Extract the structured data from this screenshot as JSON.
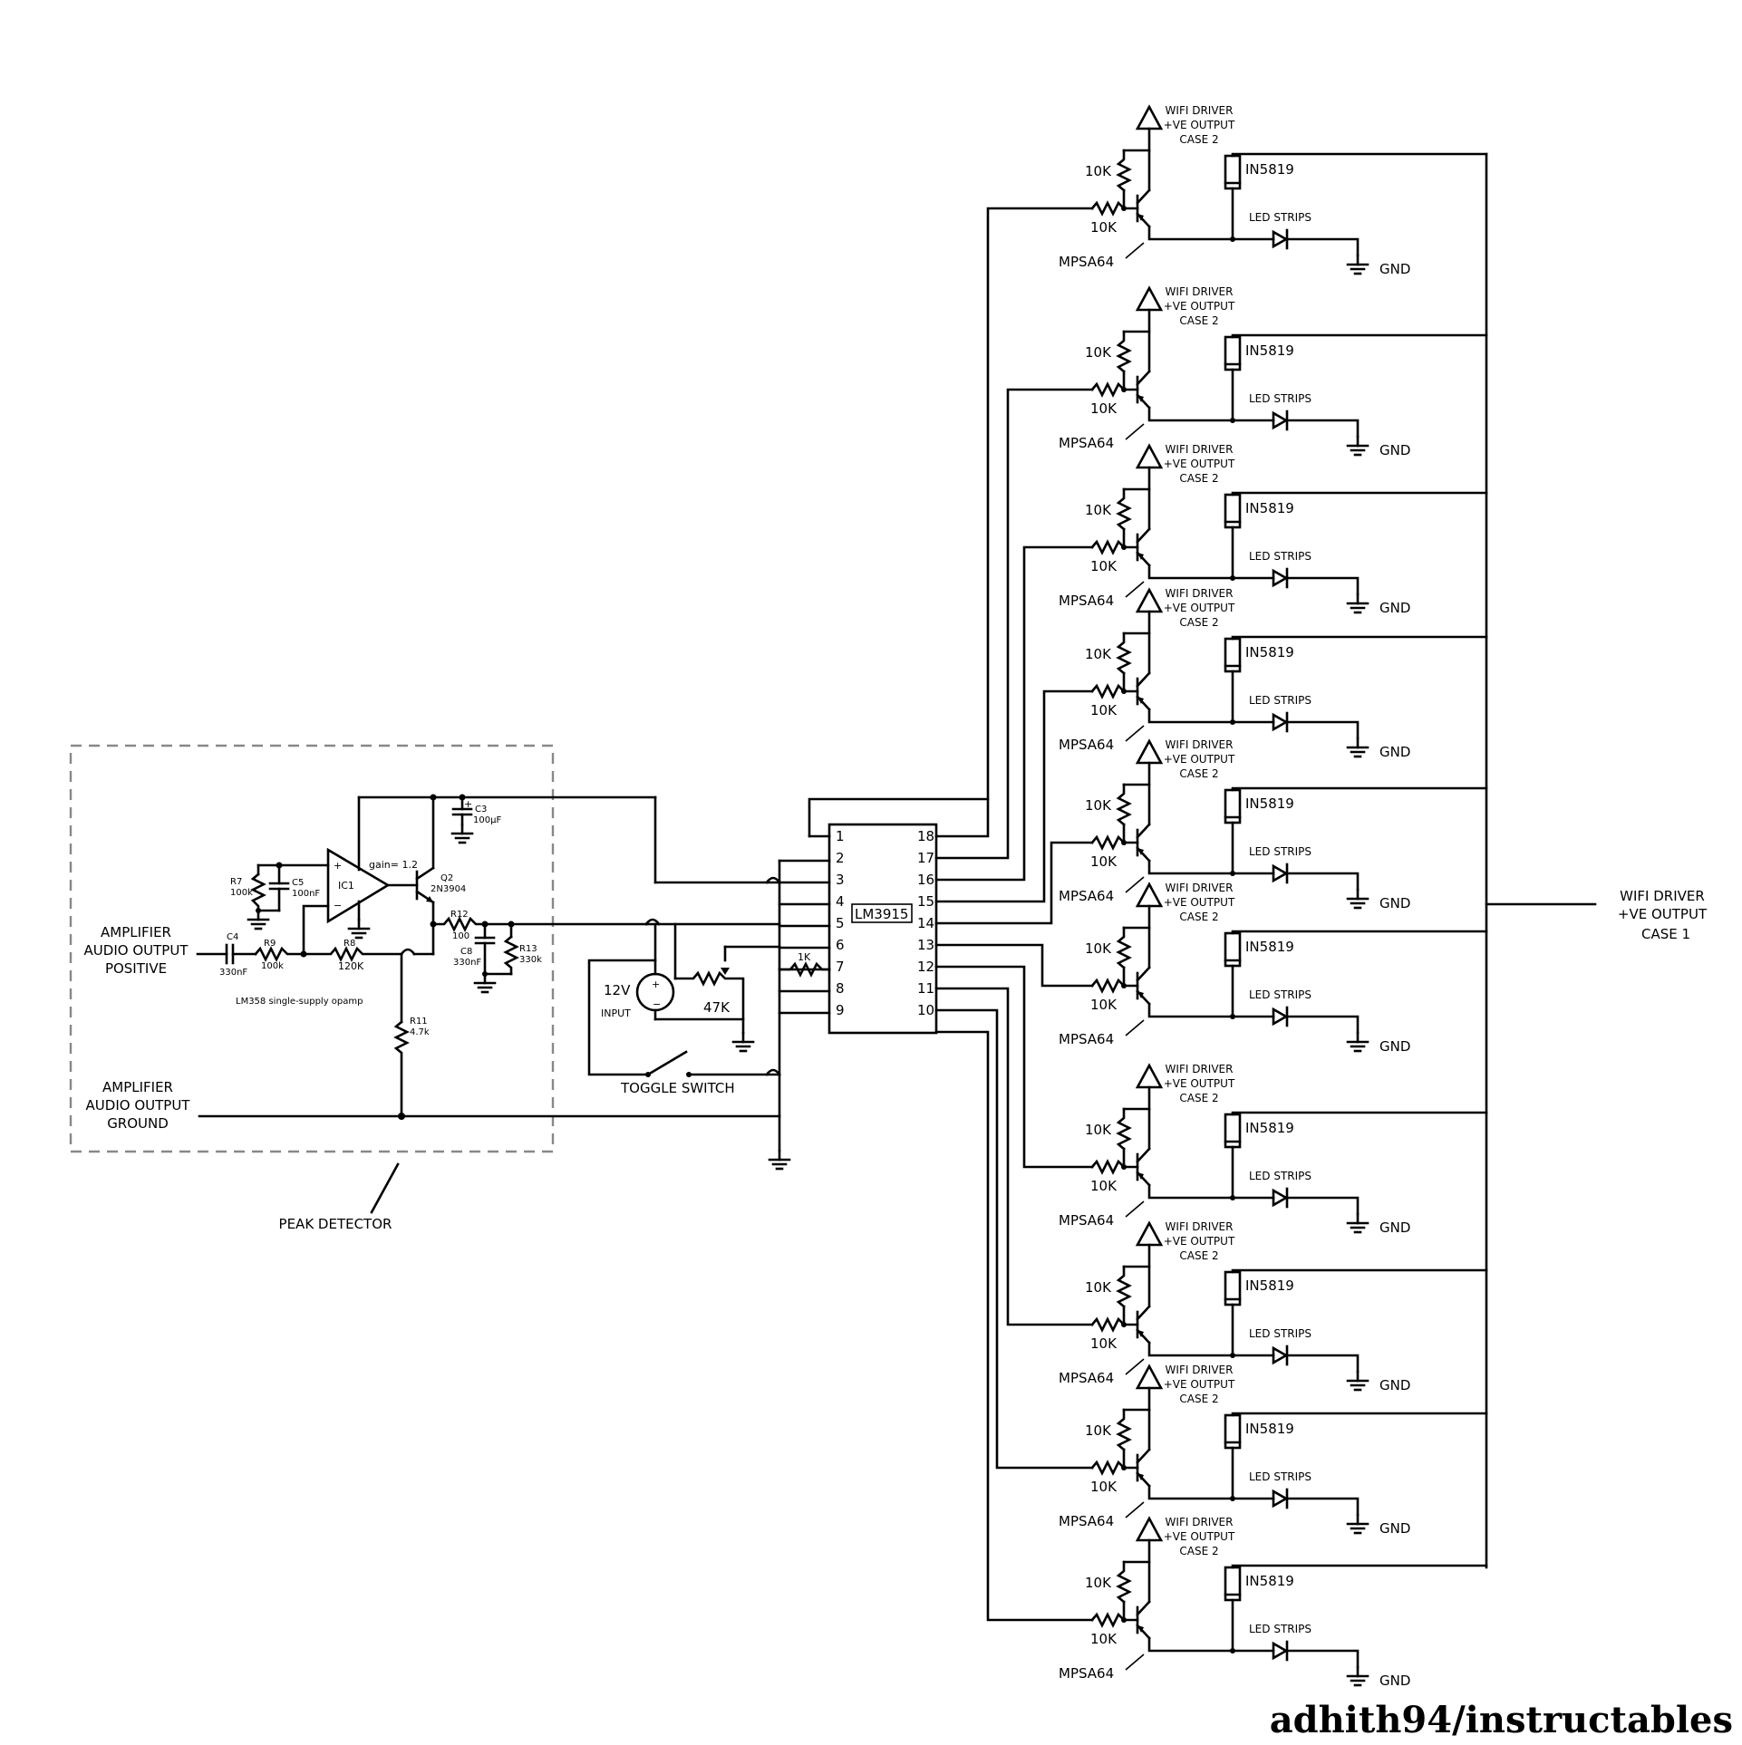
{
  "peak_detector": {
    "input_positive": [
      "AMPLIFIER",
      "AUDIO OUTPUT",
      "POSITIVE"
    ],
    "input_ground": [
      "AMPLIFIER",
      "AUDIO OUTPUT",
      "GROUND"
    ],
    "label": "PEAK DETECTOR",
    "opamp_note": "LM358 single-supply opamp",
    "gain": "gain= 1.2",
    "components": {
      "r7": [
        "R7",
        "100k"
      ],
      "c5": [
        "C5",
        "100nF"
      ],
      "ic1": "IC1",
      "q2": [
        "Q2",
        "2N3904"
      ],
      "c3": [
        "C3",
        "100µF"
      ],
      "c4": [
        "C4",
        "330nF"
      ],
      "r9": [
        "R9",
        "100k"
      ],
      "r8": [
        "R8",
        "120K"
      ],
      "r12": [
        "R12",
        "100"
      ],
      "c8": [
        "C8",
        "330nF"
      ],
      "r13": [
        "R13",
        "330k"
      ],
      "r11": [
        "R11",
        "4.7k"
      ]
    }
  },
  "center": {
    "supply": [
      "12V",
      "INPUT"
    ],
    "pot": "47K",
    "resistor": "1K",
    "switch": "TOGGLE  SWITCH",
    "ic": "LM3915",
    "left_pins": [
      "1",
      "2",
      "3",
      "4",
      "5",
      "6",
      "7",
      "8",
      "9"
    ],
    "right_pins": [
      "18",
      "17",
      "16",
      "15",
      "14",
      "13",
      "12",
      "11",
      "10"
    ]
  },
  "channel": {
    "driver": [
      "WIFI DRIVER",
      "+VE OUTPUT",
      "CASE 2"
    ],
    "r_top": "10K",
    "r_base": "10K",
    "transistor": "MPSA64",
    "diode": "IN5819",
    "led": "LED STRIPS",
    "gnd": "GND",
    "count": 10
  },
  "case1": [
    "WIFI DRIVER",
    "+VE OUTPUT",
    "CASE 1"
  ],
  "watermark": "adhith94/instructables"
}
